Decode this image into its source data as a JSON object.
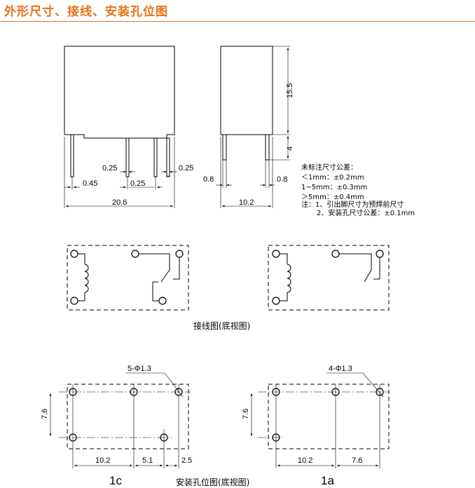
{
  "header": {
    "title": "外形尺寸、接线、安装孔位图"
  },
  "colors": {
    "accent": "#e8721c",
    "line": "#000000"
  },
  "outline": {
    "front_dims": {
      "d1": "0.25",
      "d2": "0.25",
      "d3": "0.45",
      "d4": "0.25",
      "width": "20.6"
    },
    "side_dims": {
      "height": "15.5",
      "pin": "4",
      "left": "0.8",
      "right": "0.8",
      "depth": "10.2"
    }
  },
  "tolerance_notes": [
    "未标注尺寸公差：",
    "＜1mm：±0.2mm",
    "1~5mm：±0.3mm",
    "＞5mm：±0.4mm",
    "注：1、引出脚尺寸为预焊前尺寸",
    "2、安装孔尺寸公差：±0.1mm"
  ],
  "wiring": {
    "caption": "接线图(底视图)"
  },
  "mounting": {
    "caption": "安装孔位图(底视图)",
    "c": {
      "holes": "5-Φ1.3",
      "height": "7.6",
      "d1": "10.2",
      "d2": "5.1",
      "d3": "2.5",
      "label": "1c"
    },
    "a": {
      "holes": "4-Φ1.3",
      "height": "7.6",
      "d1": "10.2",
      "d2": "7.6",
      "label": "1a"
    }
  }
}
